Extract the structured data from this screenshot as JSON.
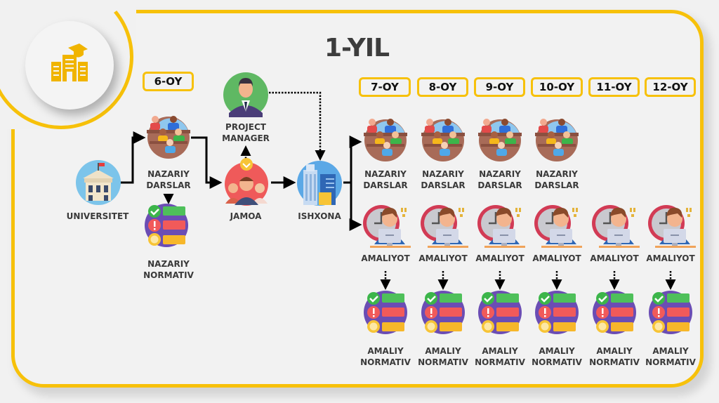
{
  "title": "1-YIL",
  "accent_color": "#f7c10a",
  "months": [
    "6-OY",
    "7-OY",
    "8-OY",
    "9-OY",
    "10-OY",
    "11-OY",
    "12-OY"
  ],
  "nodes": {
    "universitet": "UNIVERSITET",
    "nazariy_darslar": [
      "NAZARIY",
      "DARSLAR"
    ],
    "nazariy_normativ": [
      "NAZARIY",
      "NORMATIV"
    ],
    "project_manager": [
      "PROJECT",
      "MANAGER"
    ],
    "jamoa": "JAMOA",
    "ishxona": "ISHXONA"
  },
  "monthly_columns": [
    {
      "month": "7-OY",
      "theory": [
        "NAZARIY",
        "DARSLAR"
      ],
      "practice": "AMALIYOT",
      "norm": [
        "AMALIY",
        "NORMATIV"
      ]
    },
    {
      "month": "8-OY",
      "theory": [
        "NAZARIY",
        "DARSLAR"
      ],
      "practice": "AMALIYOT",
      "norm": [
        "AMALIY",
        "NORMATIV"
      ]
    },
    {
      "month": "9-OY",
      "theory": [
        "NAZARIY",
        "DARSLAR"
      ],
      "practice": "AMALIYOT",
      "norm": [
        "AMALIY",
        "NORMATIV"
      ]
    },
    {
      "month": "10-OY",
      "theory": [
        "NAZARIY",
        "DARSLAR"
      ],
      "practice": "AMALIYOT",
      "norm": [
        "AMALIY",
        "NORMATIV"
      ]
    },
    {
      "month": "11-OY",
      "theory": null,
      "practice": "AMALIYOT",
      "norm": [
        "AMALIY",
        "NORMATIV"
      ]
    },
    {
      "month": "12-OY",
      "theory": null,
      "practice": "AMALIYOT",
      "norm": [
        "AMALIY",
        "NORMATIV"
      ]
    }
  ],
  "icons": {
    "logo": "university-building-icon",
    "universitet": "university-icon",
    "nazariy_darslar": "classroom-icon",
    "nazariy_normativ": "checklist-icon",
    "project_manager": "manager-icon",
    "jamoa": "team-icon",
    "ishxona": "office-building-icon",
    "amaliyot": "worker-computer-icon",
    "amaliy_normativ": "checklist-icon"
  }
}
